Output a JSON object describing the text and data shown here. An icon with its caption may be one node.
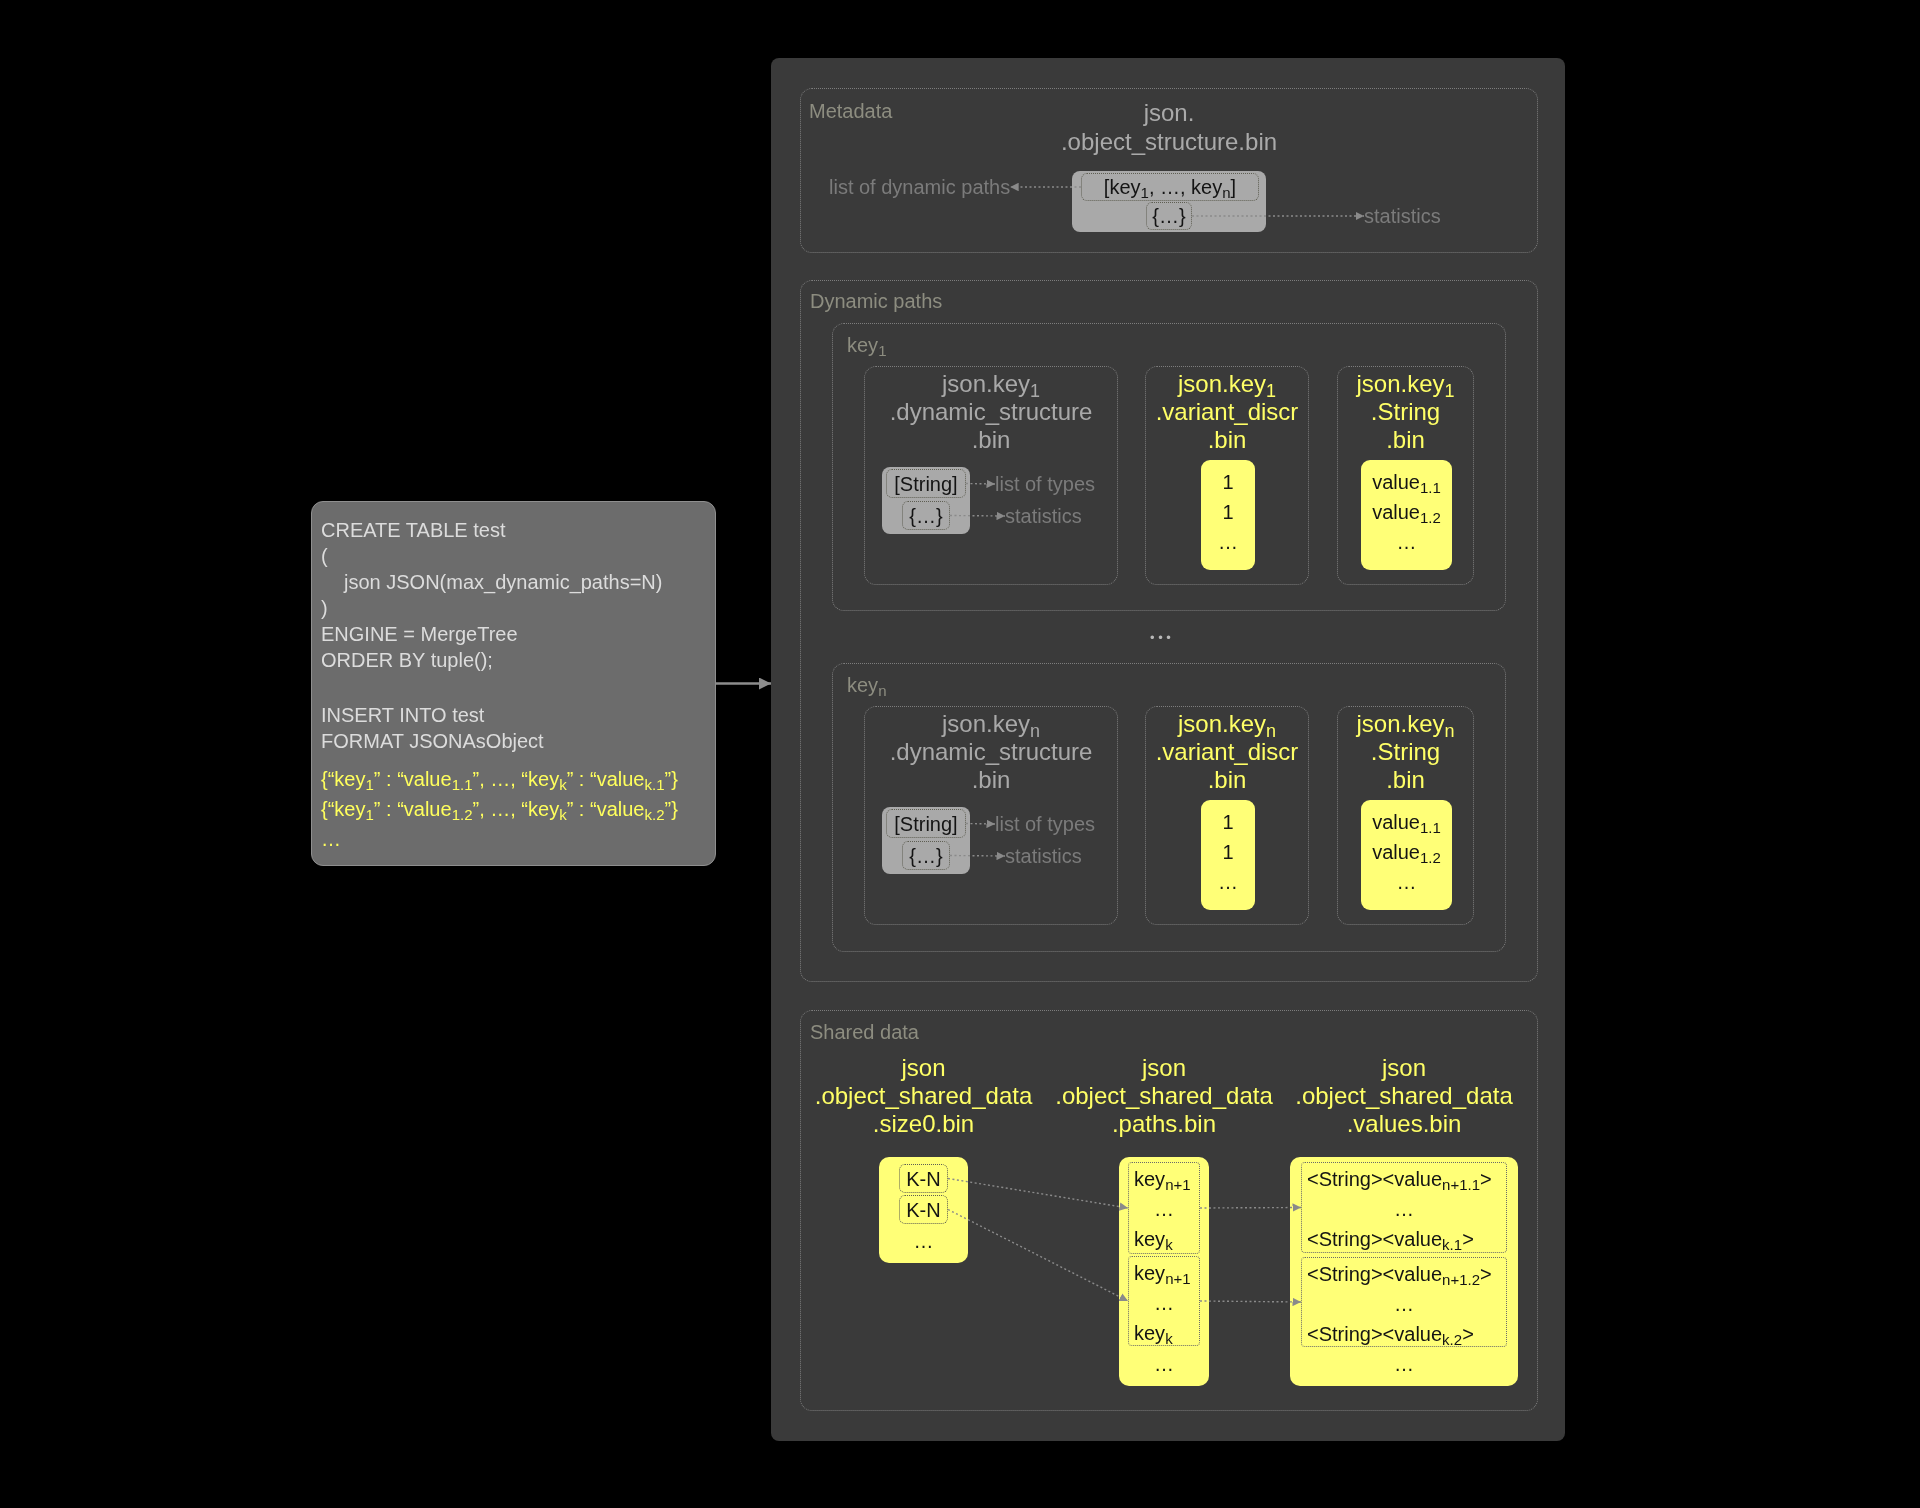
{
  "diagram": {
    "nodes": [
      {
        "text": [
          "CREATE TABLE test",
          "(",
          "json JSON(max_dynamic_paths=N)",
          ")",
          "ENGINE = MergeTree",
          "ORDER BY tuple();",
          "INSERT INTO test",
          "FORMAT JSONAsObject",
          "{“key$_{1}$” : “value$_{1.1}$”, …, “key$_{k}$” : “value$_{k.1}$”}",
          "{“key$_{1}$” : “value$_{1.2}$”, …, “key$_{k}$” : “value$_{k.2}$”}",
          "…"
        ]
      },
      {
        "text": [],
        "shape": "box"
      },
      {
        "text": [
          "Metadata",
          "json. .object_structure.bin"
        ],
        "in": 1
      },
      {
        "text": [],
        "shape": "box",
        "in": 2
      },
      {
        "text": [
          "[key$_{1}$, …, key$_{n}$]"
        ],
        "in": 3
      },
      {
        "text": [
          "{…}"
        ],
        "in": 3
      },
      {
        "text": [
          "list of dynamic paths"
        ],
        "in": 2
      },
      {
        "text": [
          "statistics"
        ],
        "in": 2
      },
      {
        "text": [
          "Dynamic paths"
        ],
        "in": 1
      },
      {
        "text": [
          "key$_{1}$"
        ],
        "in": 8
      },
      {
        "text": [
          "json.key$_{1}$ .dynamic_structure .bin"
        ],
        "in": 9
      },
      {
        "text": [],
        "shape": "box",
        "in": 10
      },
      {
        "text": [
          "[String]"
        ],
        "in": 11
      },
      {
        "text": [
          "{…}"
        ],
        "in": 11
      },
      {
        "text": [
          "list of types"
        ],
        "in": 10
      },
      {
        "text": [
          "statistics"
        ],
        "in": 10
      },
      {
        "text": [
          "json.key$_{1}$ .variant_discr .bin"
        ],
        "in": 9
      },
      {
        "text": [
          "1",
          "1",
          "…"
        ],
        "in": 16
      },
      {
        "text": [
          "json.key$_{1}$ .String .bin"
        ],
        "in": 9
      },
      {
        "text": [
          "value$_{1.1}$",
          "value$_{1.2}$",
          "…"
        ],
        "in": 18
      },
      {
        "text": [
          "key$_{n}$"
        ],
        "in": 8
      },
      {
        "text": [
          "json.key$_{n}$ .dynamic_structure .bin"
        ],
        "in": 20
      },
      {
        "text": [],
        "shape": "box",
        "in": 21
      },
      {
        "text": [
          "[String]"
        ],
        "in": 22
      },
      {
        "text": [
          "{…}"
        ],
        "in": 22
      },
      {
        "text": [
          "list of types"
        ],
        "in": 21
      },
      {
        "text": [
          "statistics"
        ],
        "in": 21
      },
      {
        "text": [
          "json.key$_{n}$ .variant_discr .bin"
        ],
        "in": 20
      },
      {
        "text": [
          "1",
          "1",
          "…"
        ],
        "in": 27
      },
      {
        "text": [
          "json.key$_{n}$ .String .bin"
        ],
        "in": 20
      },
      {
        "text": [
          "value$_{1.1}$",
          "value$_{1.2}$",
          "…"
        ],
        "in": 29
      },
      {
        "text": [
          "Shared data"
        ],
        "in": 1
      },
      {
        "text": [
          "json .object_shared_data .size0.bin",
          "…"
        ],
        "in": 31
      },
      {
        "text": [
          "K-N"
        ],
        "in": 32
      },
      {
        "text": [
          "K-N"
        ],
        "in": 32
      },
      {
        "text": [
          "json .object_shared_data .paths.bin",
          "…"
        ],
        "in": 31
      },
      {
        "text": [
          "key$_{n+1}$",
          "…",
          "key$_{k}$"
        ],
        "in": 35
      },
      {
        "text": [
          "key$_{n+1}$",
          "…",
          "key$_{k}$"
        ],
        "in": 35
      },
      {
        "text": [
          "json .object_shared_data .values.bin",
          "…"
        ],
        "in": 31
      },
      {
        "text": [
          "<String><value$_{n+1.1}$>",
          "…",
          "<String><value$_{k.1}$>"
        ],
        "in": 38
      },
      {
        "text": [
          "<String><value$_{n+1.2}$>",
          "…",
          "<String><value$_{k.2}$>"
        ],
        "in": 38
      }
    ],
    "edges": [
      {
        "from": 0,
        "to": 1,
        "arrow": "to"
      },
      {
        "from": 4,
        "to": 6,
        "arrow": "to",
        "style": "dashed"
      },
      {
        "from": 5,
        "to": 7,
        "arrow": "to",
        "style": "dashed"
      },
      {
        "from": 12,
        "to": 14,
        "arrow": "to",
        "style": "dashed"
      },
      {
        "from": 13,
        "to": 15,
        "arrow": "to",
        "style": "dashed"
      },
      {
        "from": 23,
        "to": 25,
        "arrow": "to",
        "style": "dashed"
      },
      {
        "from": 24,
        "to": 26,
        "arrow": "to",
        "style": "dashed"
      },
      {
        "from": 33,
        "to": 36,
        "arrow": "to",
        "style": "dashed"
      },
      {
        "from": 34,
        "to": 37,
        "arrow": "to",
        "style": "dashed"
      },
      {
        "from": 36,
        "to": 39,
        "arrow": "to",
        "style": "dashed"
      },
      {
        "from": 37,
        "to": 40,
        "arrow": "to",
        "style": "dashed"
      }
    ],
    "labels": [
      "• • •"
    ]
  }
}
